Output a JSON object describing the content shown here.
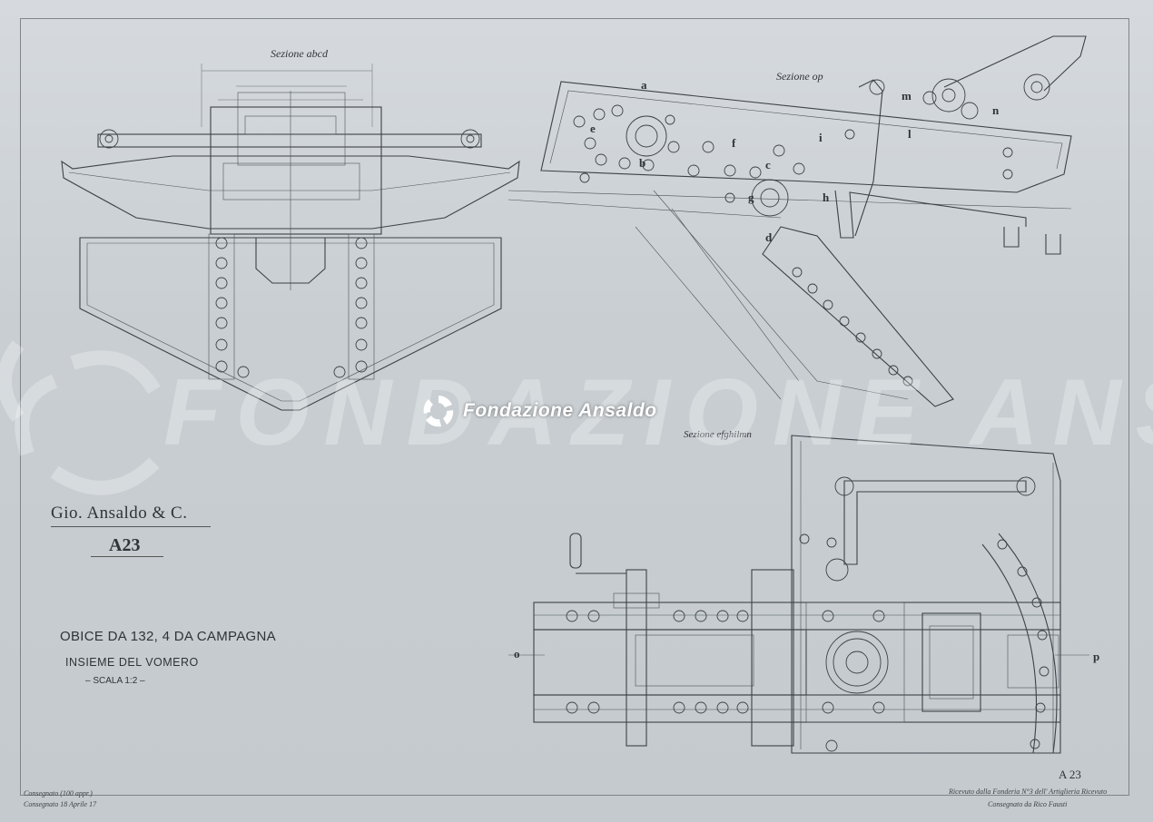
{
  "document": {
    "company": "Gio. Ansaldo & C.",
    "drawing_code": "A23",
    "subject": "OBICE DA 132, 4 DA CAMPAGNA",
    "subtitle": "INSIEME DEL VOMERO",
    "scale": "– SCALA 1:2 –",
    "sheet_id": "A 23"
  },
  "sections": {
    "abcd": "Sezione abcd",
    "op": "Sezione op",
    "efghilmn": "Sezione efghilmn"
  },
  "section_letters": [
    "a",
    "b",
    "c",
    "d",
    "e",
    "f",
    "g",
    "h",
    "i",
    "l",
    "m",
    "n",
    "o",
    "p"
  ],
  "notes": {
    "left_1": "Consegnato (100 appr.)",
    "left_2": "Consegnato 18 Aprile 17",
    "right_1": "Ricevuto dalla Fonderia N°3 dell' Artiglieria Ricevuto",
    "right_2": "Consegnato da Rico Fausti"
  },
  "watermark": {
    "text": "FONDAZIONE ANSALDO",
    "logo_text": "Fondazione Ansaldo"
  },
  "colors": {
    "paper": "#c9cfd3",
    "ink": "#3c4247",
    "logo": "#ffffff"
  }
}
